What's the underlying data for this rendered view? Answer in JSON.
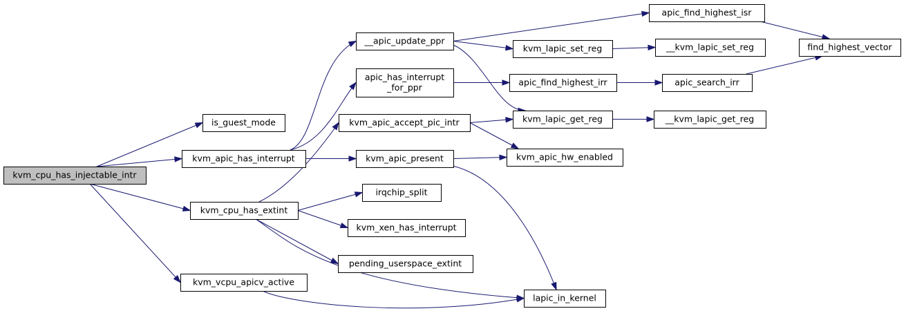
{
  "diagram": {
    "colors": {
      "edge": "#191970",
      "node_border": "#000000",
      "root_fill": "#bfbfbf",
      "node_fill": "#ffffff"
    },
    "nodes": [
      {
        "id": "root",
        "lines": [
          "kvm_cpu_has_injectable_intr"
        ],
        "root": true
      },
      {
        "id": "is_guest_mode",
        "lines": [
          "is_guest_mode"
        ]
      },
      {
        "id": "kvm_apic_has_interrupt",
        "lines": [
          "kvm_apic_has_interrupt"
        ]
      },
      {
        "id": "kvm_cpu_has_extint",
        "lines": [
          "kvm_cpu_has_extint"
        ]
      },
      {
        "id": "kvm_vcpu_apicv_active",
        "lines": [
          "kvm_vcpu_apicv_active"
        ]
      },
      {
        "id": "apic_update_ppr",
        "lines": [
          "__apic_update_ppr"
        ]
      },
      {
        "id": "apic_has_interrupt_for_ppr",
        "lines": [
          "apic_has_interrupt",
          "_for_ppr"
        ]
      },
      {
        "id": "kvm_apic_accept_pic_intr",
        "lines": [
          "kvm_apic_accept_pic_intr"
        ]
      },
      {
        "id": "kvm_apic_present",
        "lines": [
          "kvm_apic_present"
        ]
      },
      {
        "id": "irqchip_split",
        "lines": [
          "irqchip_split"
        ]
      },
      {
        "id": "kvm_xen_has_interrupt",
        "lines": [
          "kvm_xen_has_interrupt"
        ]
      },
      {
        "id": "pending_userspace_extint",
        "lines": [
          "pending_userspace_extint"
        ]
      },
      {
        "id": "apic_find_highest_isr",
        "lines": [
          "apic_find_highest_isr"
        ]
      },
      {
        "id": "kvm_lapic_set_reg",
        "lines": [
          "kvm_lapic_set_reg"
        ]
      },
      {
        "id": "apic_find_highest_irr",
        "lines": [
          "apic_find_highest_irr"
        ]
      },
      {
        "id": "kvm_lapic_get_reg",
        "lines": [
          "kvm_lapic_get_reg"
        ]
      },
      {
        "id": "kvm_apic_hw_enabled",
        "lines": [
          "kvm_apic_hw_enabled"
        ]
      },
      {
        "id": "lapic_in_kernel",
        "lines": [
          "lapic_in_kernel"
        ]
      },
      {
        "id": "kvm_lapic_set_reg_inner",
        "lines": [
          "__kvm_lapic_set_reg"
        ]
      },
      {
        "id": "apic_search_irr",
        "lines": [
          "apic_search_irr"
        ]
      },
      {
        "id": "kvm_lapic_get_reg_inner",
        "lines": [
          "__kvm_lapic_get_reg"
        ]
      },
      {
        "id": "find_highest_vector",
        "lines": [
          "find_highest_vector"
        ]
      }
    ],
    "edges": [
      [
        "root",
        "is_guest_mode"
      ],
      [
        "root",
        "kvm_apic_has_interrupt"
      ],
      [
        "root",
        "kvm_cpu_has_extint"
      ],
      [
        "root",
        "kvm_vcpu_apicv_active"
      ],
      [
        "kvm_apic_has_interrupt",
        "apic_update_ppr"
      ],
      [
        "kvm_apic_has_interrupt",
        "apic_has_interrupt_for_ppr"
      ],
      [
        "kvm_apic_has_interrupt",
        "kvm_apic_present"
      ],
      [
        "kvm_cpu_has_extint",
        "kvm_apic_accept_pic_intr"
      ],
      [
        "kvm_cpu_has_extint",
        "irqchip_split"
      ],
      [
        "kvm_cpu_has_extint",
        "kvm_xen_has_interrupt"
      ],
      [
        "kvm_cpu_has_extint",
        "pending_userspace_extint"
      ],
      [
        "kvm_cpu_has_extint",
        "lapic_in_kernel"
      ],
      [
        "kvm_vcpu_apicv_active",
        "lapic_in_kernel"
      ],
      [
        "apic_update_ppr",
        "apic_find_highest_isr"
      ],
      [
        "apic_update_ppr",
        "kvm_lapic_set_reg"
      ],
      [
        "apic_update_ppr",
        "kvm_lapic_get_reg"
      ],
      [
        "apic_has_interrupt_for_ppr",
        "apic_find_highest_irr"
      ],
      [
        "kvm_apic_accept_pic_intr",
        "kvm_lapic_get_reg"
      ],
      [
        "kvm_apic_accept_pic_intr",
        "kvm_apic_hw_enabled"
      ],
      [
        "kvm_apic_present",
        "kvm_apic_hw_enabled"
      ],
      [
        "kvm_apic_present",
        "lapic_in_kernel"
      ],
      [
        "apic_find_highest_isr",
        "find_highest_vector"
      ],
      [
        "kvm_lapic_set_reg",
        "kvm_lapic_set_reg_inner"
      ],
      [
        "apic_find_highest_irr",
        "apic_search_irr"
      ],
      [
        "apic_search_irr",
        "find_highest_vector"
      ],
      [
        "kvm_lapic_get_reg",
        "kvm_lapic_get_reg_inner"
      ]
    ]
  }
}
